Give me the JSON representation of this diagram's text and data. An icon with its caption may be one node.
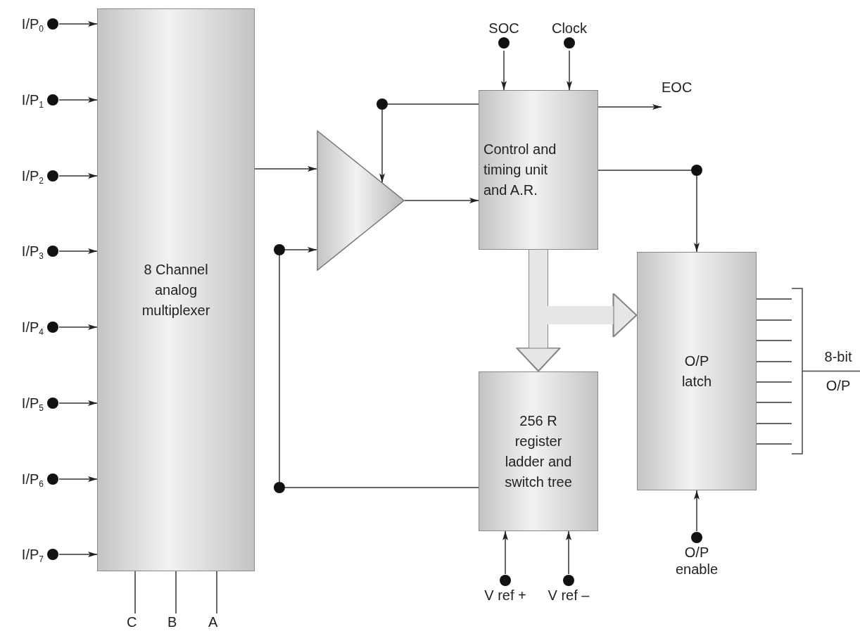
{
  "diagram": {
    "nodes": [
      {
        "text": [
          "I/P$_{0}$"
        ]
      },
      {
        "text": [
          "I/P$_{1}$"
        ]
      },
      {
        "text": [
          "I/P$_{2}$"
        ]
      },
      {
        "text": [
          "I/P$_{3}$"
        ]
      },
      {
        "text": [
          "I/P$_{4}$"
        ]
      },
      {
        "text": [
          "I/P$_{5}$"
        ]
      },
      {
        "text": [
          "I/P$_{6}$"
        ]
      },
      {
        "text": [
          "I/P$_{7}$"
        ]
      },
      {
        "text": [
          "8 Channel analog multiplexer"
        ]
      },
      {
        "text": [],
        "shape": "triangle"
      },
      {
        "text": [
          "SOC"
        ]
      },
      {
        "text": [
          "Clock"
        ]
      },
      {
        "text": [
          "EOC"
        ]
      },
      {
        "text": [
          "Control and timing unit and A.R."
        ]
      },
      {
        "text": [
          "256 R register ladder and switch tree"
        ]
      },
      {
        "text": [
          "O/P latch"
        ]
      },
      {
        "text": [
          "8-bit O/P"
        ]
      },
      {
        "text": [
          "V ref +"
        ]
      },
      {
        "text": [
          "V ref –"
        ]
      },
      {
        "text": [
          "O/P enable"
        ]
      },
      {
        "text": [
          "C"
        ]
      },
      {
        "text": [
          "B"
        ]
      },
      {
        "text": [
          "A"
        ]
      },
      {
        "text": [],
        "shape": "circle"
      },
      {
        "text": [],
        "shape": "circle"
      },
      {
        "text": [],
        "shape": "circle"
      },
      {
        "text": [],
        "shape": "circle"
      }
    ],
    "edges": [
      {
        "from": 0,
        "to": 8,
        "arrow": "to"
      },
      {
        "from": 1,
        "to": 8,
        "arrow": "to"
      },
      {
        "from": 2,
        "to": 8,
        "arrow": "to"
      },
      {
        "from": 3,
        "to": 8,
        "arrow": "to"
      },
      {
        "from": 4,
        "to": 8,
        "arrow": "to"
      },
      {
        "from": 5,
        "to": 8,
        "arrow": "to"
      },
      {
        "from": 6,
        "to": 8,
        "arrow": "to"
      },
      {
        "from": 7,
        "to": 8,
        "arrow": "to"
      },
      {
        "from": 8,
        "to": 9,
        "arrow": "to"
      },
      {
        "from": 13,
        "to": 25,
        "arrow": "none"
      },
      {
        "from": 14,
        "to": 24,
        "arrow": "none"
      },
      {
        "from": 9,
        "to": 13,
        "arrow": "to"
      },
      {
        "from": 10,
        "to": 13,
        "arrow": "to"
      },
      {
        "from": 11,
        "to": 13,
        "arrow": "to"
      },
      {
        "from": 13,
        "to": 12,
        "arrow": "to"
      },
      {
        "from": 13,
        "to": 26,
        "arrow": "none"
      },
      {
        "from": 13,
        "to": 14,
        "arrow": "to",
        "style": "thick",
        "color": "#e6e6e6"
      },
      {
        "from": 13,
        "to": 15,
        "arrow": "to",
        "style": "thick",
        "color": "#e6e6e6"
      },
      {
        "from": 17,
        "to": 14,
        "arrow": "to"
      },
      {
        "from": 18,
        "to": 14,
        "arrow": "to"
      },
      {
        "from": 19,
        "to": 15,
        "arrow": "to"
      },
      {
        "from": 15,
        "to": 16,
        "arrow": "none"
      },
      {
        "from": 15,
        "to": 16,
        "arrow": "none"
      },
      {
        "from": 15,
        "to": 16,
        "arrow": "none"
      },
      {
        "from": 15,
        "to": 16,
        "arrow": "none"
      },
      {
        "from": 15,
        "to": 16,
        "arrow": "none"
      },
      {
        "from": 15,
        "to": 16,
        "arrow": "none"
      },
      {
        "from": 15,
        "to": 16,
        "arrow": "none"
      },
      {
        "from": 15,
        "to": 16,
        "arrow": "none"
      },
      {
        "from": 8,
        "to": 20,
        "arrow": "none"
      },
      {
        "from": 8,
        "to": 21,
        "arrow": "none"
      },
      {
        "from": 8,
        "to": 22,
        "arrow": "none"
      },
      {
        "from": 25,
        "to": 9,
        "arrow": "to"
      },
      {
        "from": 24,
        "to": 23,
        "arrow": "none"
      },
      {
        "from": 23,
        "to": 9,
        "arrow": "to"
      },
      {
        "from": 26,
        "to": 15,
        "arrow": "to"
      }
    ]
  }
}
